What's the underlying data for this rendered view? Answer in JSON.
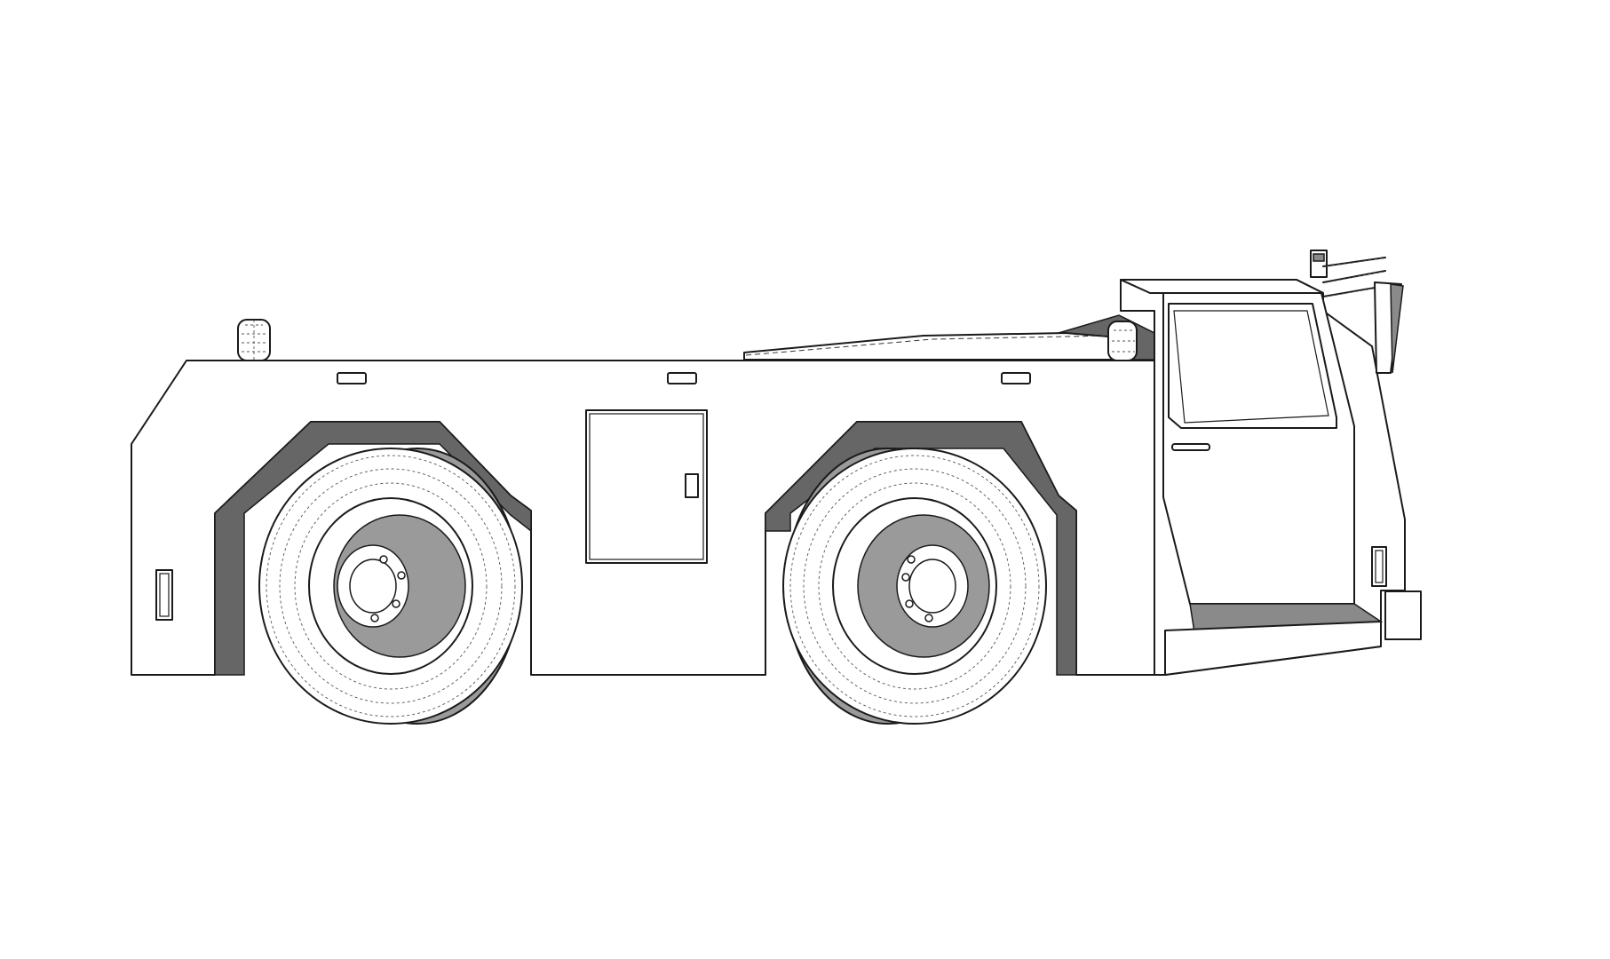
{
  "image": {
    "subject": "tow-tractor-side-view-line-drawing",
    "background": "#ffffff",
    "line_color": "#1a1a1a",
    "shade_color": "#666666",
    "wheels": 2,
    "body_hatches": 3,
    "body_vents": 3,
    "beacons": 3
  }
}
